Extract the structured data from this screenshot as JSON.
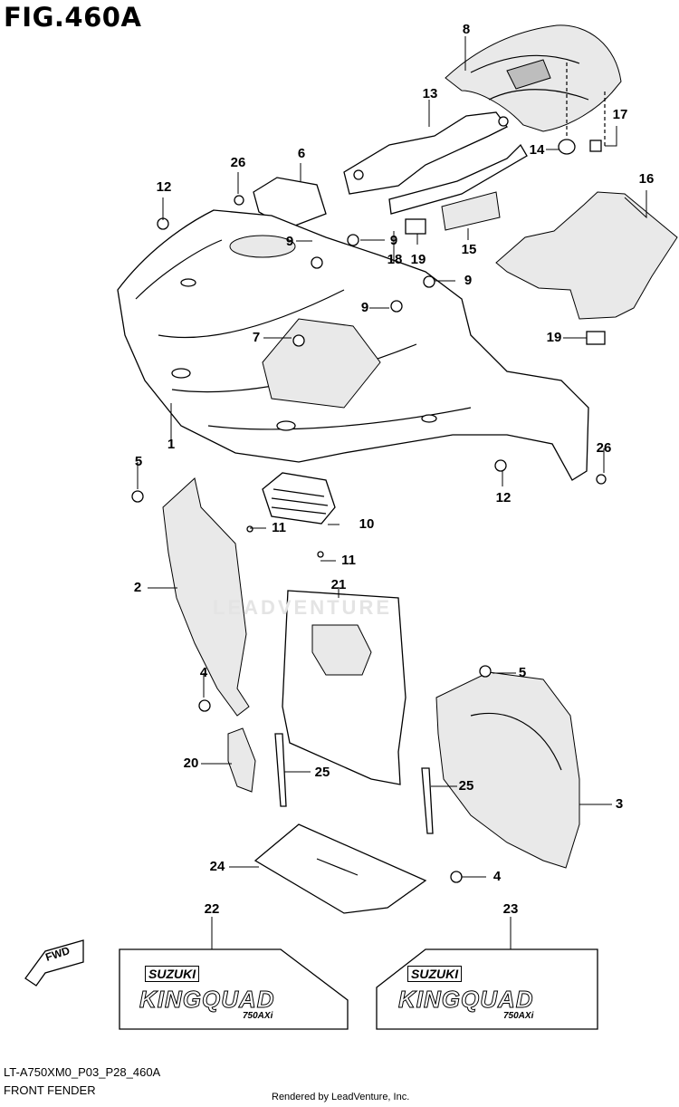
{
  "figure": {
    "title": "FIG.460A",
    "code": "LT-A750XM0_P03_P28_460A",
    "name": "FRONT FENDER",
    "rendered_by": "Rendered by LeadVenture, Inc.",
    "watermark": "LEADVENTURE"
  },
  "callouts": [
    {
      "key": "c8",
      "label": "8"
    },
    {
      "key": "c13",
      "label": "13"
    },
    {
      "key": "c17",
      "label": "17"
    },
    {
      "key": "c14",
      "label": "14"
    },
    {
      "key": "c16",
      "label": "16"
    },
    {
      "key": "c26a",
      "label": "26"
    },
    {
      "key": "c6",
      "label": "6"
    },
    {
      "key": "c12a",
      "label": "12"
    },
    {
      "key": "c9a",
      "label": "9"
    },
    {
      "key": "c9b",
      "label": "9"
    },
    {
      "key": "c18",
      "label": "18"
    },
    {
      "key": "c19a",
      "label": "19"
    },
    {
      "key": "c15",
      "label": "15"
    },
    {
      "key": "c9c",
      "label": "9"
    },
    {
      "key": "c9d",
      "label": "9"
    },
    {
      "key": "c7",
      "label": "7"
    },
    {
      "key": "c19b",
      "label": "19"
    },
    {
      "key": "c1",
      "label": "1"
    },
    {
      "key": "c5a",
      "label": "5"
    },
    {
      "key": "c26b",
      "label": "26"
    },
    {
      "key": "c12b",
      "label": "12"
    },
    {
      "key": "c11a",
      "label": "11"
    },
    {
      "key": "c10",
      "label": "10"
    },
    {
      "key": "c11b",
      "label": "11"
    },
    {
      "key": "c2",
      "label": "2"
    },
    {
      "key": "c21",
      "label": "21"
    },
    {
      "key": "c4a",
      "label": "4"
    },
    {
      "key": "c5b",
      "label": "5"
    },
    {
      "key": "c20",
      "label": "20"
    },
    {
      "key": "c25a",
      "label": "25"
    },
    {
      "key": "c25b",
      "label": "25"
    },
    {
      "key": "c3",
      "label": "3"
    },
    {
      "key": "c24",
      "label": "24"
    },
    {
      "key": "c4b",
      "label": "4"
    },
    {
      "key": "c22",
      "label": "22"
    },
    {
      "key": "c23",
      "label": "23"
    }
  ],
  "decals": {
    "brand": "SUZUKI",
    "model": "KINGQUAD",
    "badge": "750AXi"
  },
  "fwd_label": "FWD"
}
